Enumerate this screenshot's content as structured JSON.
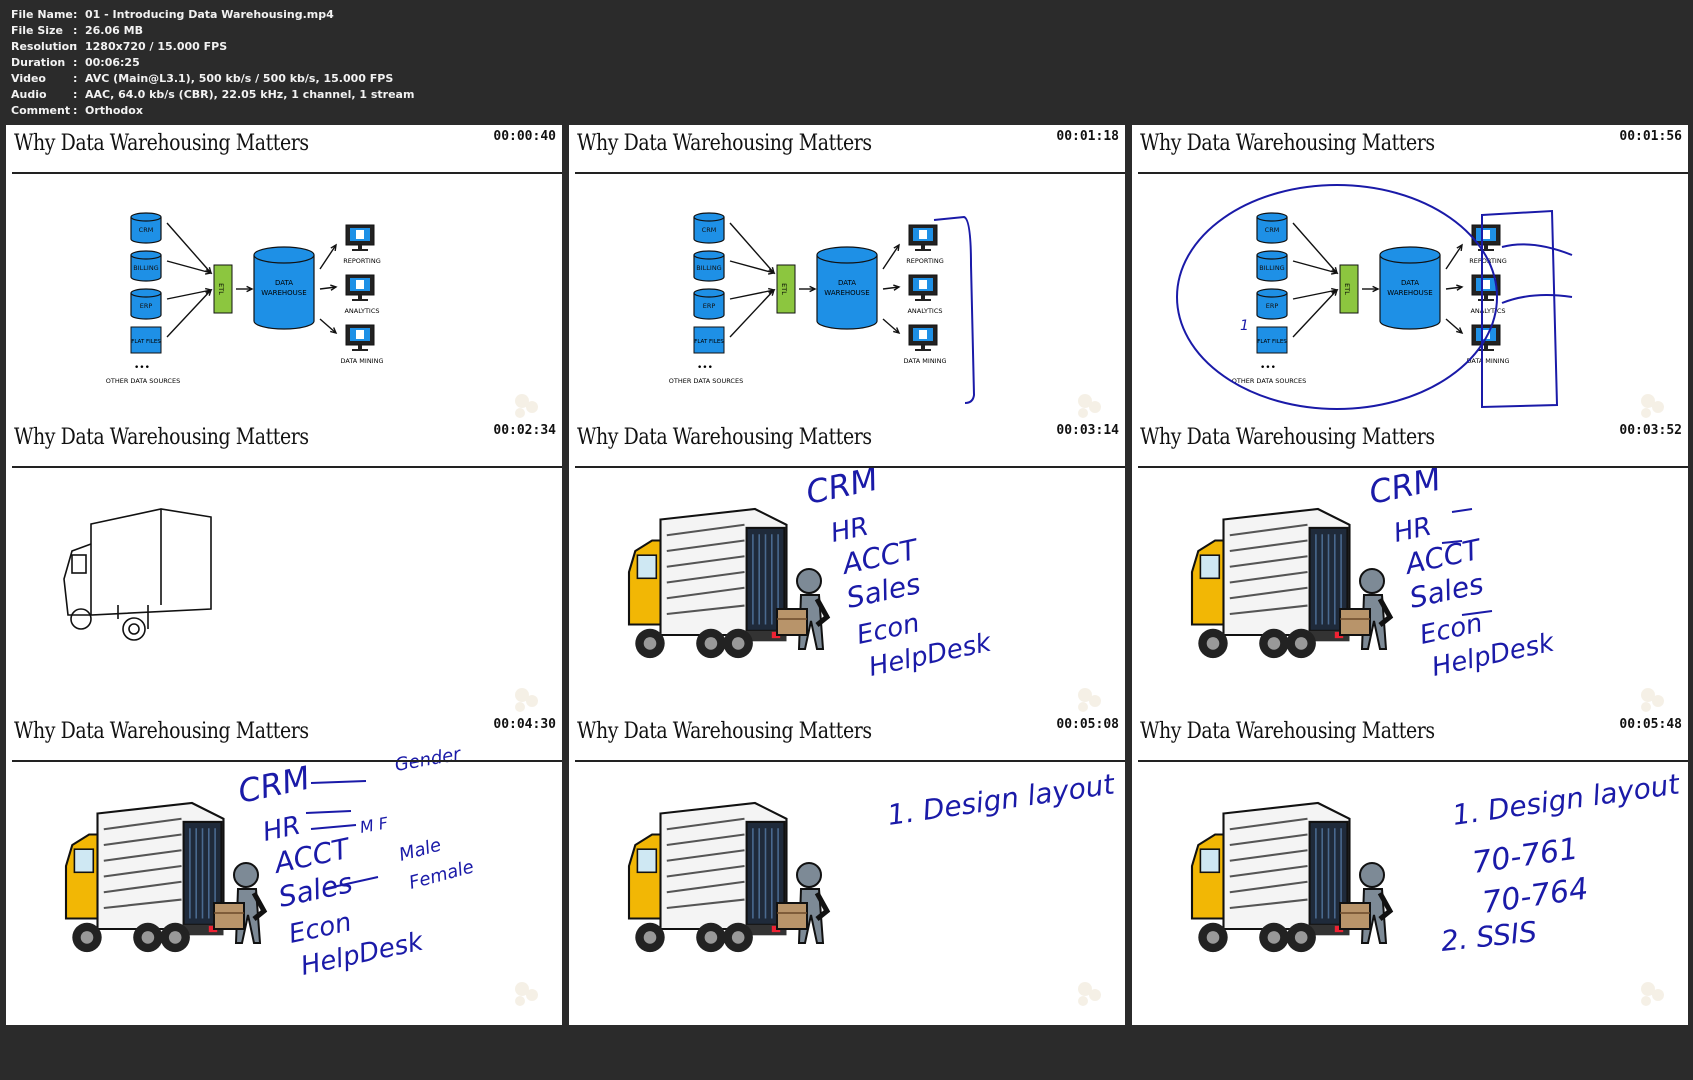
{
  "info": {
    "rows": [
      {
        "label": "File Name",
        "sep": ":",
        "value": "01 - Introducing Data Warehousing.mp4"
      },
      {
        "label": "File Size",
        "sep": ":",
        "value": "26.06 MB"
      },
      {
        "label": "Resolution",
        "sep": ":",
        "value": "1280x720 / 15.000 FPS"
      },
      {
        "label": "Duration",
        "sep": ":",
        "value": "00:06:25"
      },
      {
        "label": "Video",
        "sep": ":",
        "value": "AVC (Main@L3.1), 500 kb/s / 500 kb/s, 15.000 FPS"
      },
      {
        "label": "Audio",
        "sep": ":",
        "value": "AAC, 64.0 kb/s (CBR), 22.05 kHz, 1 channel, 1 stream"
      },
      {
        "label": "Comment",
        "sep": ":",
        "value": "Orthodox"
      }
    ]
  },
  "thumbs": [
    {
      "title": "Why Data Warehousing Matters",
      "timestamp": "00:00:40"
    },
    {
      "title": "Why Data Warehousing Matters",
      "timestamp": "00:01:18"
    },
    {
      "title": "Why Data Warehousing Matters",
      "timestamp": "00:01:56"
    },
    {
      "title": "Why Data Warehousing Matters",
      "timestamp": "00:02:34"
    },
    {
      "title": "Why Data Warehousing Matters",
      "timestamp": "00:03:14"
    },
    {
      "title": "Why Data Warehousing Matters",
      "timestamp": "00:03:52"
    },
    {
      "title": "Why Data Warehousing Matters",
      "timestamp": "00:04:30"
    },
    {
      "title": "Why Data Warehousing Matters",
      "timestamp": "00:05:08"
    },
    {
      "title": "Why Data Warehousing Matters",
      "timestamp": "00:05:48"
    }
  ],
  "diagram": {
    "sources": [
      "CRM",
      "BILLING",
      "ERP",
      "FLAT FILES"
    ],
    "other_sources": "OTHER DATA SOURCES",
    "etl": "ETL",
    "warehouse_line1": "DATA",
    "warehouse_line2": "WAREHOUSE",
    "outputs": [
      "REPORTING",
      "ANALYTICS",
      "DATA MINING"
    ],
    "dots": "•••"
  },
  "handwriting": {
    "list1": [
      "CRM",
      "HR",
      "ACCT",
      "Sales",
      "Econ",
      "HelpDesk"
    ],
    "gender": "Gender",
    "mf": "M F",
    "male": "Male",
    "female": "Female",
    "design": "1. Design layout",
    "exam1": "70-761",
    "exam2": "70-764",
    "ssis": "2. SSIS",
    "mark1": "1"
  },
  "colors": {
    "db_blue": "#1e90e6",
    "etl_green": "#8cc63f",
    "ink_blue": "#1a1aa8",
    "truck_yellow": "#f2b705",
    "person_gray": "#7d8a96",
    "box_brown": "#b8946a"
  }
}
